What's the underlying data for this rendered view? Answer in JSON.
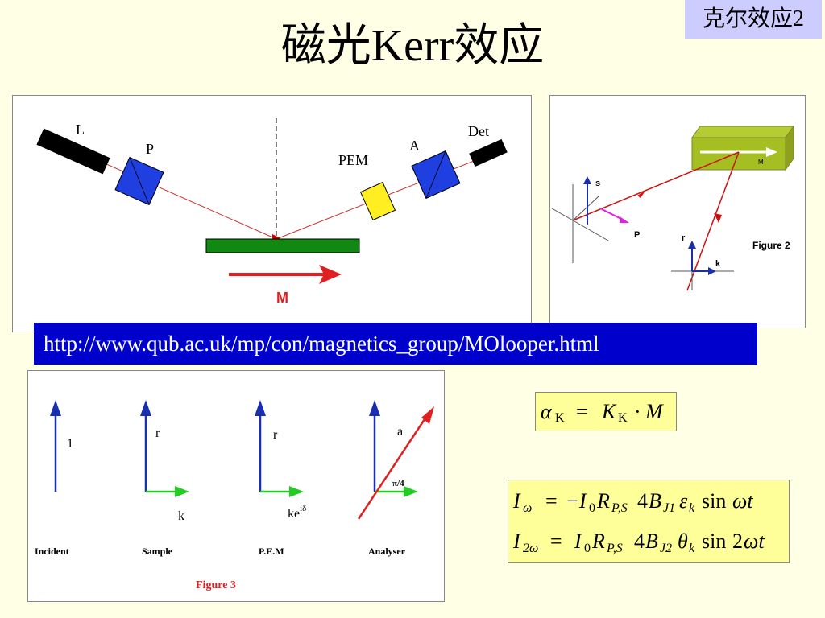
{
  "badge": "克尔效应2",
  "title": "磁光Kerr效应",
  "url": "http://www.qub.ac.uk/mp/con/magnetics_group/MOlooper.html",
  "fig1": {
    "L": "L",
    "P": "P",
    "PEM": "PEM",
    "A": "A",
    "Det": "Det",
    "M": "M"
  },
  "fig2": {
    "s": "s",
    "p": "P",
    "r": "r",
    "k": "k",
    "M": "M",
    "caption": "Figure 2"
  },
  "fig3": {
    "one": "1",
    "r1": "r",
    "k1": "k",
    "r2": "r",
    "ke": "ke",
    "ke_sup": "iδ",
    "a": "a",
    "pi4": "π/4",
    "labels": [
      "Incident",
      "Sample",
      "P.E.M",
      "Analyser"
    ],
    "caption": "Figure 3"
  },
  "colors": {
    "badge_bg": "#CCCCFF",
    "url_bg": "#0000CC",
    "eq_bg": "#FFFF99",
    "slide_bg": "#FFFFE5"
  },
  "eq1": {
    "alpha": "α",
    "sub": "K",
    "eq": "=",
    "K": "K",
    "dot": "·",
    "M": "M"
  },
  "eq2": {
    "I": "I",
    "omega": "ω",
    "eq": "=",
    "minus": "−",
    "zero": "0",
    "R": "R",
    "PS": "P,S",
    "four": "4",
    "B": "B",
    "J1": "J1",
    "eps": "ε",
    "k": "k",
    "sin": "sin",
    "wt": "ωt"
  },
  "eq3": {
    "I": "I",
    "two_omega": "2ω",
    "eq": "=",
    "zero": "0",
    "R": "R",
    "PS": "P,S",
    "four": "4",
    "B": "B",
    "J2": "J2",
    "theta": "θ",
    "k": "k",
    "sin": "sin",
    "two": "2",
    "wt": "ωt"
  }
}
